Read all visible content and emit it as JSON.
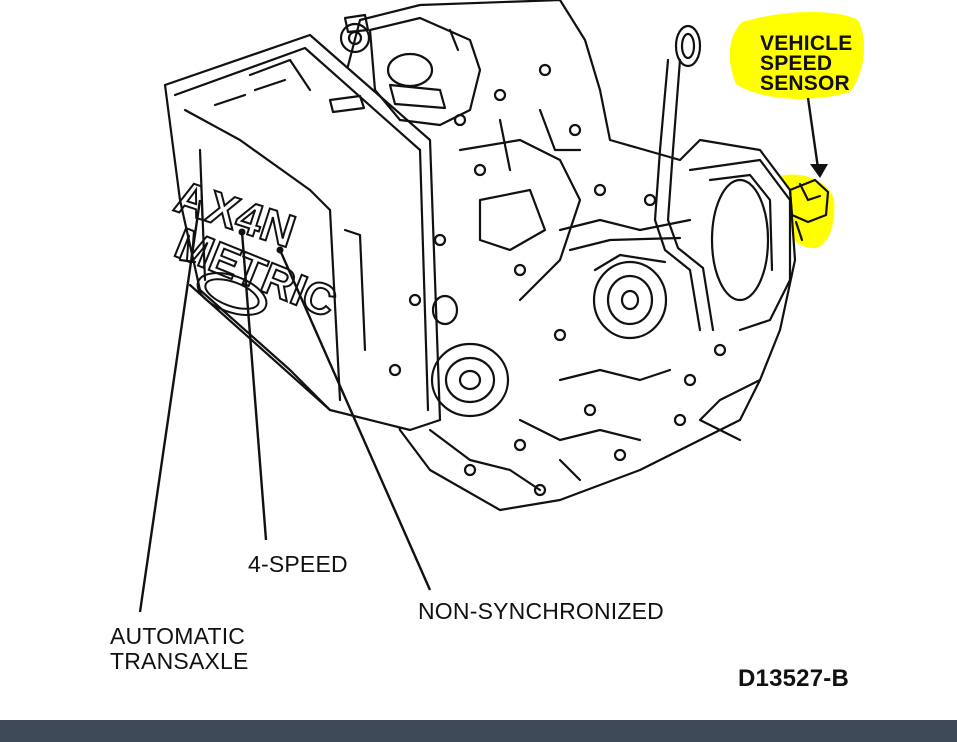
{
  "labels": {
    "vehicle_speed_sensor": [
      "VEHICLE",
      "SPEED",
      "SENSOR"
    ],
    "four_speed": "4-SPEED",
    "non_synchronized": "NON-SYNCHRONIZED",
    "automatic_transaxle": [
      "AUTOMATIC",
      "TRANSAXLE"
    ],
    "figure_code": "D13527-B"
  },
  "housing_text": [
    "AX4N",
    "METRIC"
  ],
  "colors": {
    "highlight": "#ffff00",
    "ink": "#111111",
    "bottom_bar": "#3d4a57"
  }
}
